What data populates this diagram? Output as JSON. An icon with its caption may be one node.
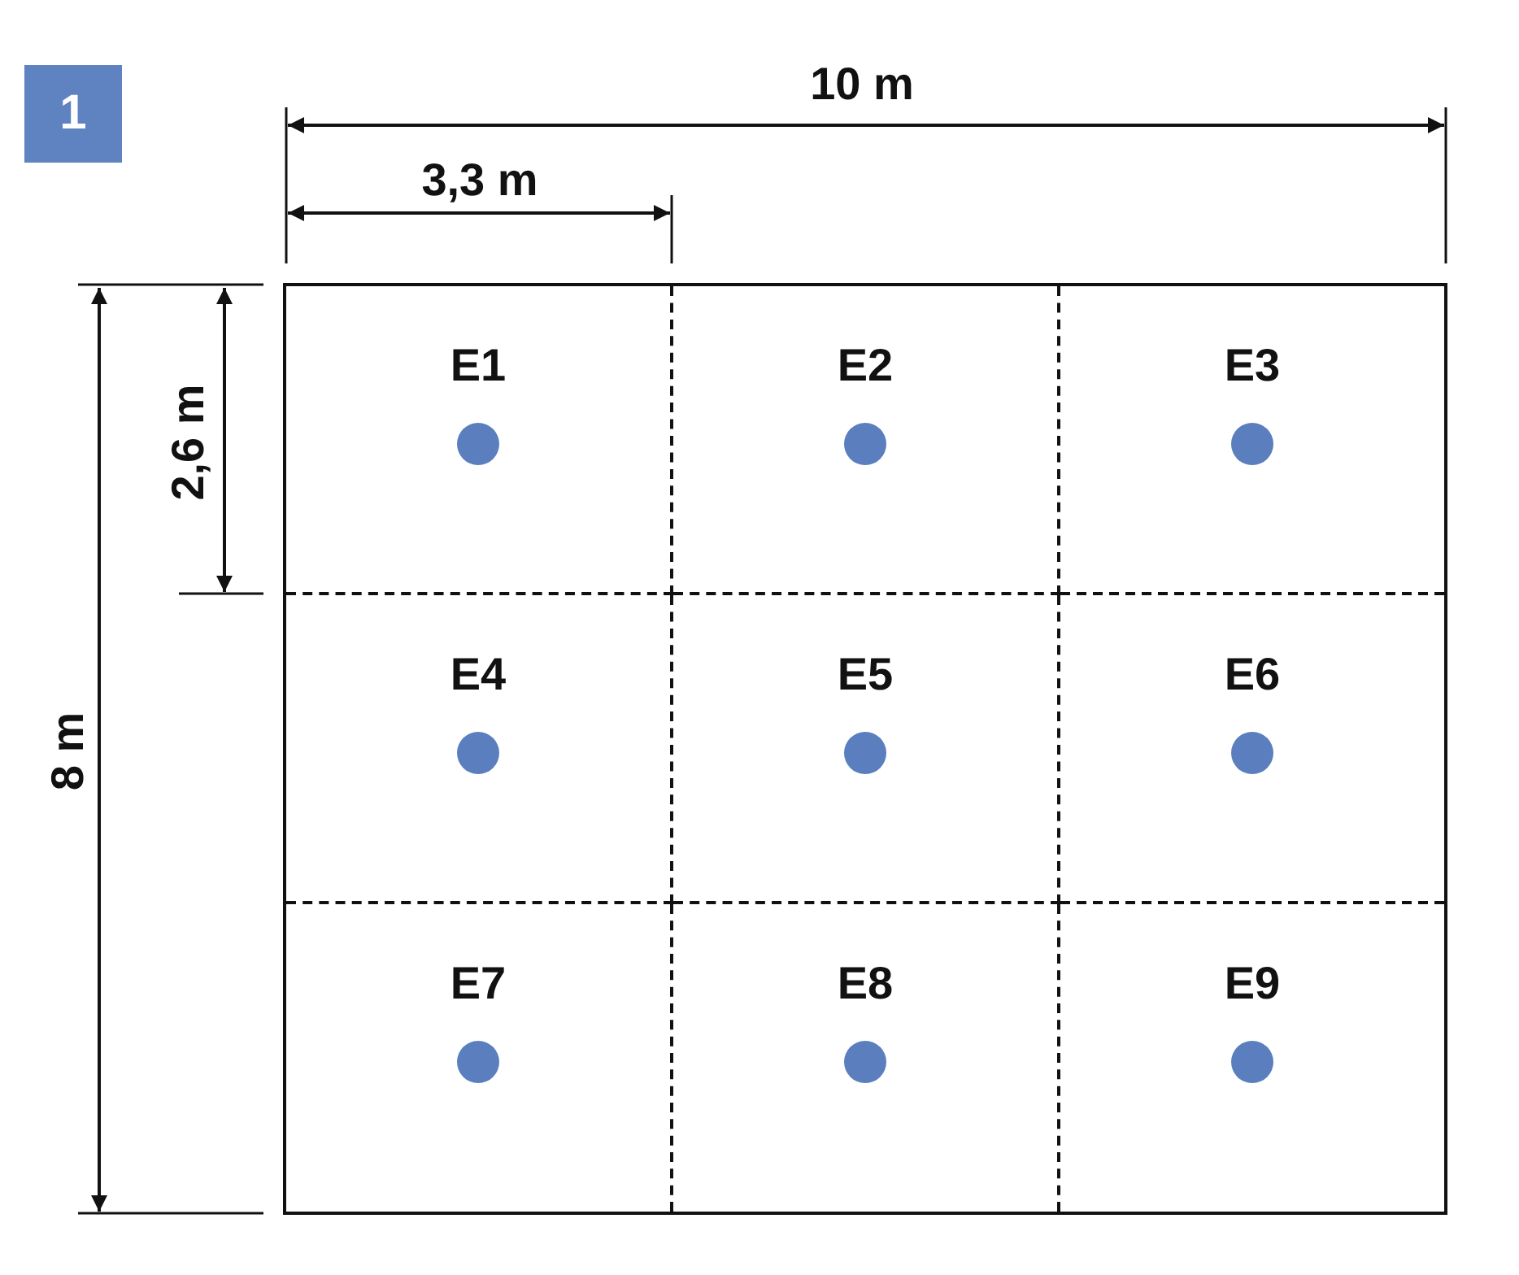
{
  "diagram": {
    "nodes": [
      {
        "text": [
          "E1"
        ]
      },
      {
        "text": [
          "E2"
        ]
      },
      {
        "text": [
          "E3"
        ]
      },
      {
        "text": [
          "E4"
        ]
      },
      {
        "text": [
          "E5"
        ]
      },
      {
        "text": [
          "E6"
        ]
      },
      {
        "text": [
          "E7"
        ]
      },
      {
        "text": [
          "E8"
        ]
      },
      {
        "text": [
          "E9"
        ]
      }
    ],
    "labels": [
      "1",
      "10 m",
      "3,3 m",
      "8 m",
      "2,6 m"
    ]
  }
}
